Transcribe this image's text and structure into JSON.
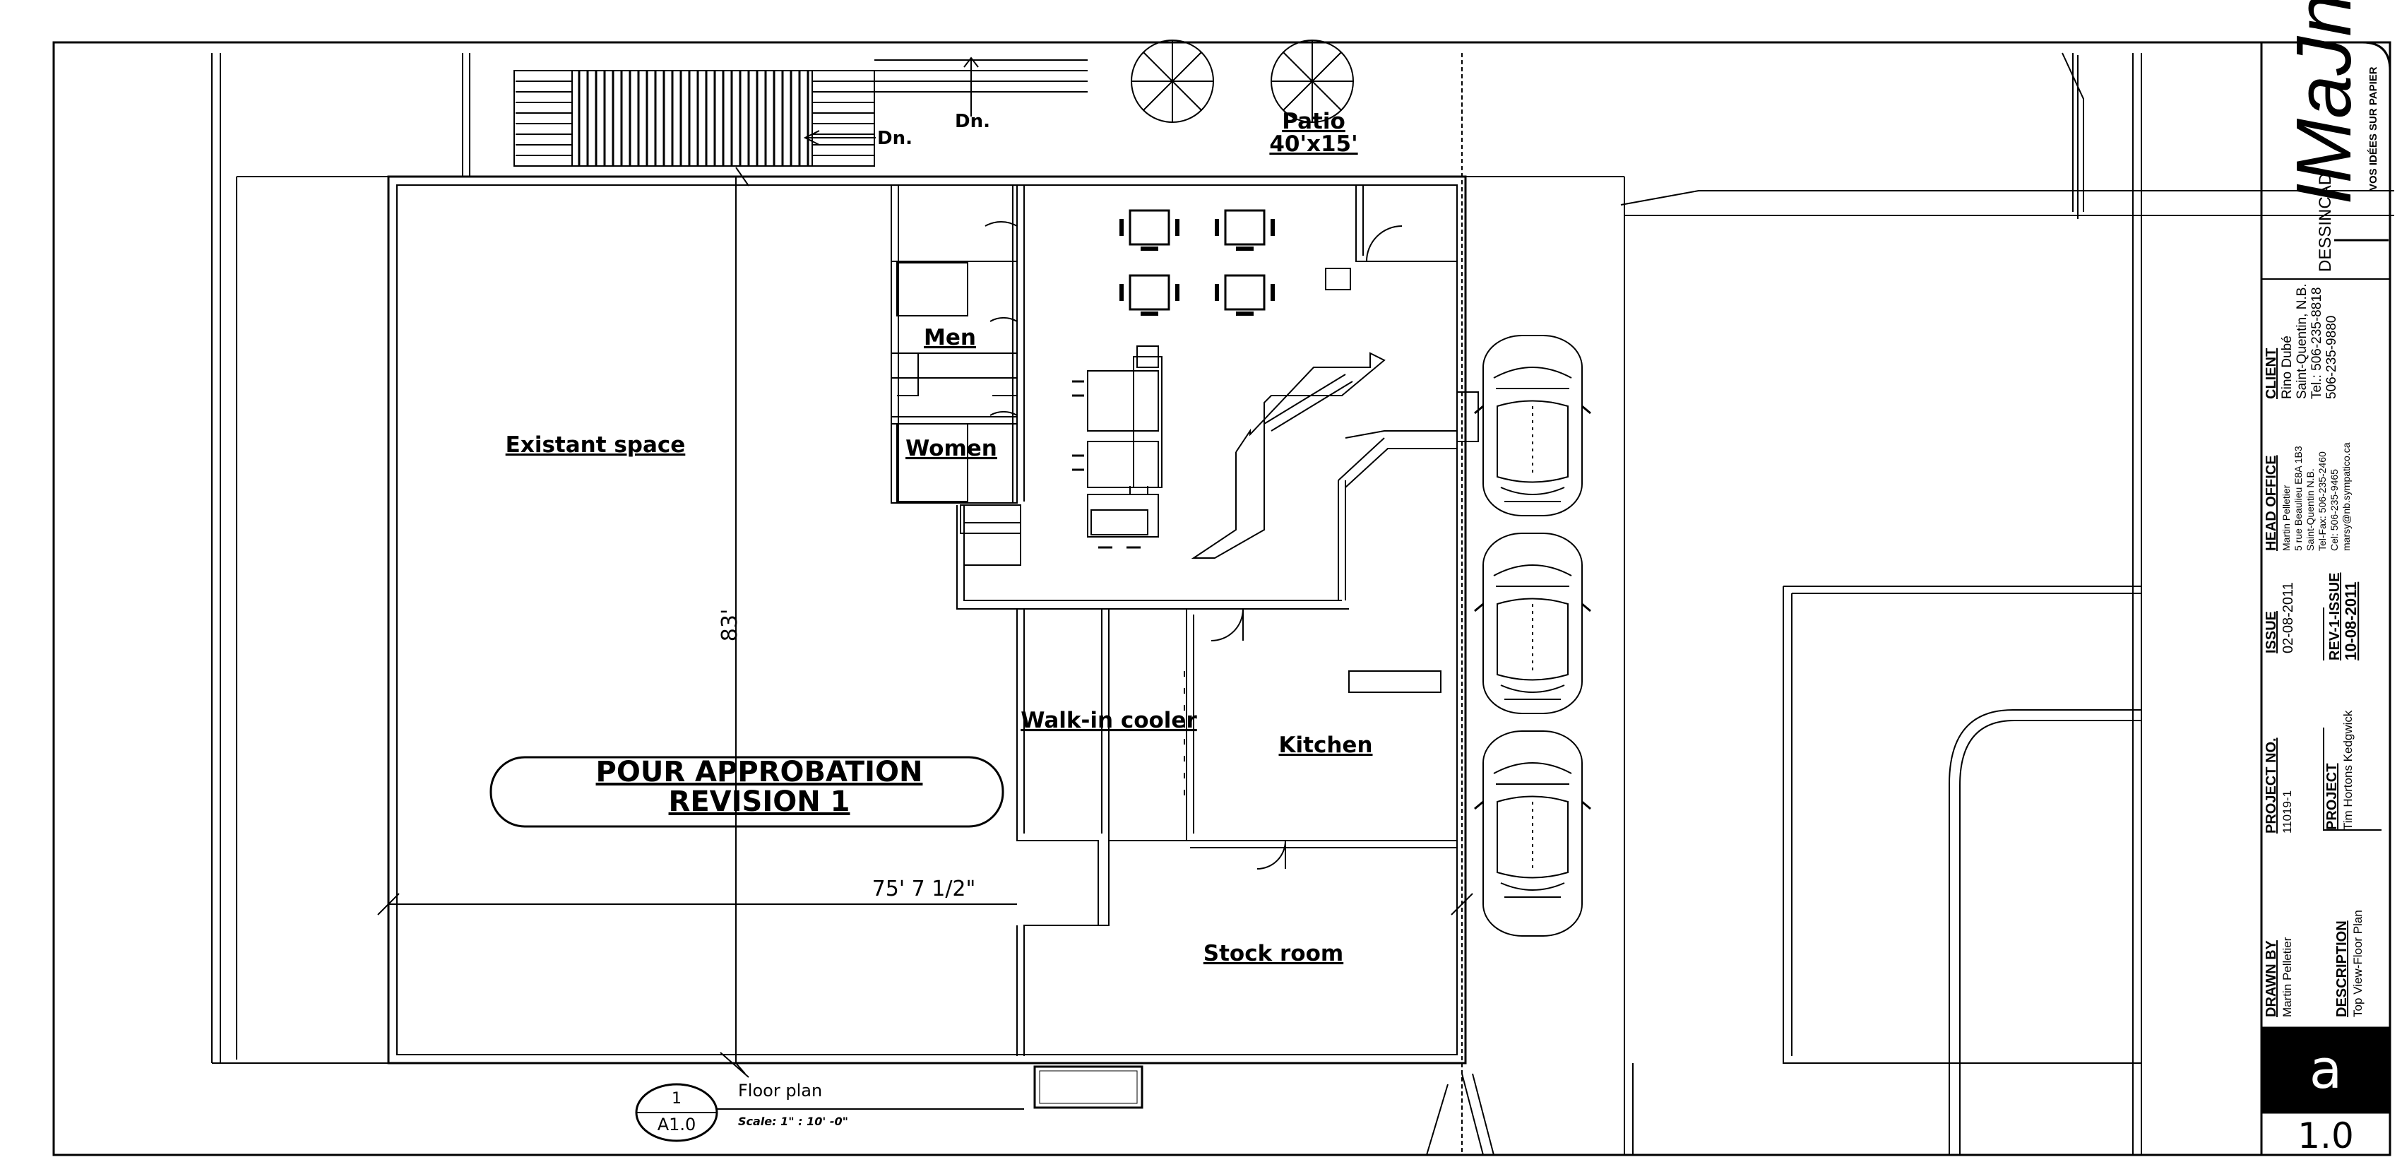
{
  "plan": {
    "rooms": {
      "existant_space": "Existant space",
      "men": "Men",
      "women": "Women",
      "walk_in_cooler": "Walk-in cooler",
      "kitchen": "Kitchen",
      "stock_room": "Stock room"
    },
    "patio": {
      "name": "Patio",
      "size": "40'x15'"
    },
    "stairs": {
      "down_1": "Dn.",
      "down_2": "Dn."
    },
    "dimensions": {
      "depth": "83'",
      "width": "75' 7 1/2\""
    },
    "stamp": {
      "line1": "POUR APPROBATION",
      "line2": "REVISION 1"
    },
    "detail": {
      "number": "1",
      "sheet": "A1.0",
      "title": "Floor plan",
      "scale": "Scale: 1\" : 10' -0\""
    }
  },
  "title_block": {
    "brand": {
      "prefix": "DESSINCAD",
      "name": "IMaJne",
      "tagline": "VOS IDÉES SUR PAPIER"
    },
    "client": {
      "heading": "CLIENT",
      "lines": [
        "Rino Dubé",
        "Saint-Quentin, N.B.",
        "Tel.: 506-235-8818",
        "506-235-9880"
      ]
    },
    "head_office": {
      "heading": "HEAD OFFICE",
      "lines": [
        "Martin Pelletier",
        "5 rue Beaulieu E8A 1B3",
        "Saint-Quentin N.B.",
        "Tel-Fax: 506-235-2460",
        "Cel: 506-235-9465",
        "marsy@nb.sympatico.ca"
      ]
    },
    "issue": {
      "heading": "ISSUE",
      "date": "02-08-2011",
      "rev_heading": "REV-1-ISSUE",
      "rev_date": "10-08-2011"
    },
    "project_no": {
      "heading": "PROJECT NO.",
      "value": "11019-1"
    },
    "project": {
      "heading": "PROJECT",
      "value": "Tim Hortons Kedgwick"
    },
    "drawn_by": {
      "heading": "DRAWN BY",
      "value": "Martin Pelletier"
    },
    "description": {
      "heading": "DESCRIPTION",
      "value": "Top View-Floor Plan"
    },
    "revision_letter": "a",
    "sheet_number": "1.0"
  }
}
